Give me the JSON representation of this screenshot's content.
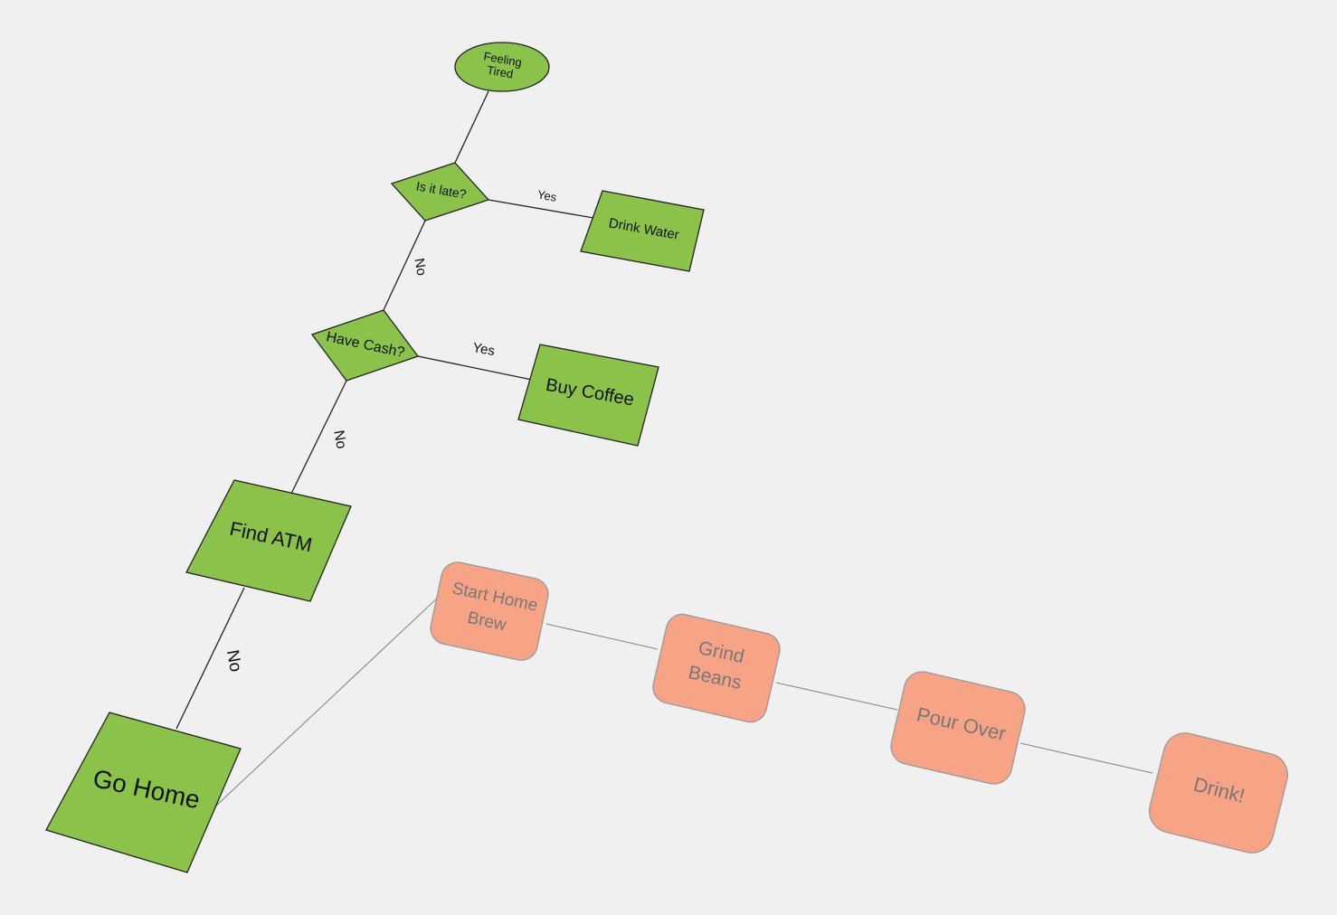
{
  "diagram": {
    "nodes": {
      "start": {
        "line1": "Feeling",
        "line2": "Tired"
      },
      "late": {
        "label": "Is it late?"
      },
      "water": {
        "label": "Drink Water"
      },
      "cash": {
        "label": "Have Cash?"
      },
      "coffee": {
        "label": "Buy Coffee"
      },
      "atm": {
        "label": "Find ATM"
      },
      "home": {
        "label": "Go Home"
      },
      "brew": {
        "line1": "Start Home",
        "line2": "Brew"
      },
      "grind": {
        "line1": "Grind",
        "line2": "Beans"
      },
      "pour": {
        "label": "Pour Over"
      },
      "drink": {
        "label": "Drink!"
      }
    },
    "edges": {
      "late_yes": "Yes",
      "late_no": "No",
      "cash_yes": "Yes",
      "cash_no": "No",
      "atm_no": "No"
    },
    "colors": {
      "decision_fill": "#8bc34a",
      "process_fill": "#f7a386",
      "background": "#f0f0f0"
    }
  }
}
